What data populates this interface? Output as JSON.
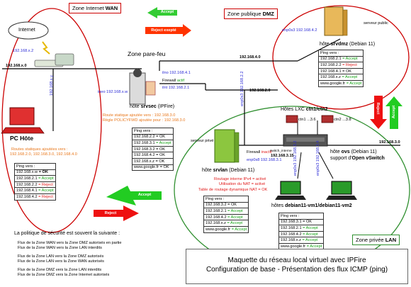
{
  "zones": {
    "wan": {
      "label_pre": "Zone Internet ",
      "label_bold": "WAN"
    },
    "dmz": {
      "label_pre": "Zone publique ",
      "label_bold": "DMZ"
    },
    "lan": {
      "label_pre": "Zone privée ",
      "label_bold": "LAN"
    },
    "parefeu": "Zone pare-feu"
  },
  "arrows": {
    "accept_top": "Accept",
    "reject_top": "Reject exepté",
    "reject_right": "Reject",
    "accept_right": "Accept",
    "accept_bottom": "Accept",
    "reject_bottom": "Reject"
  },
  "internet": {
    "label": "Internet",
    "ip_x2": "192.168.x.2",
    "ip_x": "192.168.x.0",
    "ip_xy": "192.168.x.y"
  },
  "pc": {
    "name": "PC Hôte",
    "routes_title": "Routes statiques ajoutées vers :",
    "routes_line": "192.168.2.0, 192.168.3.0, 192.168.4.0",
    "ping_title": "Ping vers :",
    "ping": [
      {
        "ip": "192.168.x.w",
        "r": "= OK",
        "c": "ok"
      },
      {
        "ip": "192.168.2.1",
        "r": "= Accept",
        "c": "accept"
      },
      {
        "ip": "192.168.2.2",
        "r": "= Reject",
        "c": "reject"
      },
      {
        "ip": "192.168.4.1",
        "r": "= Accept",
        "c": "accept"
      },
      {
        "ip": "192.168.4.2",
        "r": "= Reject",
        "c": "reject"
      }
    ]
  },
  "fw": {
    "host_pre": "hôte ",
    "host_name": "srvsec",
    "host_post": " (IPFire)",
    "firewall": "Firewall ",
    "firewall_state": "actif",
    "eth_wan": "ineo 192.168.x.w",
    "eth_dmz": "ilno 192.168.4.1",
    "eth_lan": "ilnt 192.168.2.1",
    "route1_a": "Route statique ajoutée vers : ",
    "route1_b": "192.168.3.0",
    "route2_a": "Règle POLICYFWD ajoutée pour : ",
    "route2_b": "192.168.3.0",
    "ping_title": "Ping vers :",
    "ping": [
      {
        "ip": "192.168.2.2",
        "r": "= OK",
        "c": "ok"
      },
      {
        "ip": "192.168.3.1",
        "r": "= Accept",
        "c": "accept"
      },
      {
        "ip": "192.168.3.2",
        "r": "= OK",
        "c": "ok"
      },
      {
        "ip": "192.168.4.2",
        "r": "= OK",
        "c": "ok"
      },
      {
        "ip": "192.168.x.z",
        "r": "= OK",
        "c": "ok"
      },
      {
        "ip": "www.google.fr",
        "r": "= OK",
        "c": "ok"
      }
    ]
  },
  "dmz_host": {
    "role": "serveur public",
    "eth": "enp0s3 192.168.4.2",
    "host_pre": "hôte ",
    "host_name": "srvdmz",
    "host_post": " (Debian 11)",
    "ping_title": "Ping vers :",
    "ping": [
      {
        "ip": "192.168.2.1",
        "r": "= Accept",
        "c": "accept"
      },
      {
        "ip": "192.168.2.2",
        "r": "= Reject",
        "c": "reject"
      },
      {
        "ip": "192.168.4.1",
        "r": "= OK",
        "c": "ok"
      },
      {
        "ip": "192.168.x.z",
        "r": "= Accept",
        "c": "accept"
      },
      {
        "ip": "www.google.fr",
        "r": "= Accept",
        "c": "accept"
      }
    ]
  },
  "networks": {
    "n4": "192.168.4.0",
    "n2": "192.168.2.0",
    "n3": "192.168.3.0"
  },
  "lan_host": {
    "role": "serveur privé",
    "eth_top": "enp0s3 192.168.2.2",
    "eth_side": "enp0s8 192.168.3.1",
    "firewall": "Firewall ",
    "firewall_state": "inactif",
    "host_pre": "hôte ",
    "host_name": "srvlan",
    "host_post": " (Debian 11)",
    "f1": "Routage interne IPv4 = activé",
    "f2": "Utilisation du NAT = activé",
    "f3": "Table de routage dynamique NAT = OK",
    "ping_title": "Ping vers :",
    "ping": [
      {
        "ip": "192.168.3.2",
        "r": "= OK",
        "c": "ok"
      },
      {
        "ip": "192.168.2.1",
        "r": "= Accept",
        "c": "accept"
      },
      {
        "ip": "192.168.4.2",
        "r": "= Accept",
        "c": "accept"
      },
      {
        "ip": "192.168.x.z",
        "r": "= Accept",
        "c": "accept"
      },
      {
        "ip": "www.google.fr",
        "r": "= Accept",
        "c": "accept"
      }
    ]
  },
  "lxc": {
    "title_pre": "Hôtes LXC ",
    "title_bold": "ctn1/ctn2",
    "c1": "ctn1 ...3.6",
    "c2": "ctn2 ...3.8",
    "switch": "switch_interne",
    "switch_ip": "192.168.3.15",
    "ovs_pre": "hôte ",
    "ovs_name": "ovs",
    "ovs_post": " (Debian 11)",
    "ovs_support_pre": "support d'",
    "ovs_support_bold": "Open vSwitch",
    "vm_eth1": "enp0s3 192.168.3.2",
    "vm_eth2": "enp0s3 192.168.3.4"
  },
  "vm": {
    "title_pre": "hôtes ",
    "title_bold": "debian11-vm1/debian11-vm2",
    "ping_title": "Ping vers :",
    "ping": [
      {
        "ip": "192.168.3.1",
        "r": "= OK",
        "c": "ok"
      },
      {
        "ip": "192.168.2.1",
        "r": "= Accept",
        "c": "accept"
      },
      {
        "ip": "192.168.4.2",
        "r": "= Accept",
        "c": "accept"
      },
      {
        "ip": "192.168.x.z",
        "r": "= Accept",
        "c": "accept"
      },
      {
        "ip": "www.google.fr",
        "r": "= Accept",
        "c": "accept"
      }
    ]
  },
  "policy": {
    "title": "La politique de sécurité est souvent la suivante :",
    "l1": "Flux de la Zone WAN vers la Zone DMZ autorisés en partie",
    "l2": "Flux de la Zone WAN vers la Zone LAN interdits",
    "l3": "Flux de la Zone LAN vers la Zone DMZ autorisés",
    "l4": "Flux de la Zone LAN vers la Zone WAN autorisés",
    "l5": "Flux de la Zone DMZ vers la Zone LAN interdits",
    "l6": "Flux de la Zone DMZ vers la Zone Internet autorisés"
  },
  "title": {
    "line1": "Maquette du réseau local virtuel avec IPFire",
    "line2": "Configuration de base - Présentation des flux ICMP (ping)"
  },
  "colors": {
    "accept": "#13a313",
    "reject": "#e01a1a",
    "ip": "#2a2ad6",
    "note": "#e8761a",
    "zone_border": "#cc0000",
    "lan_zone": "#2f8f2f"
  }
}
